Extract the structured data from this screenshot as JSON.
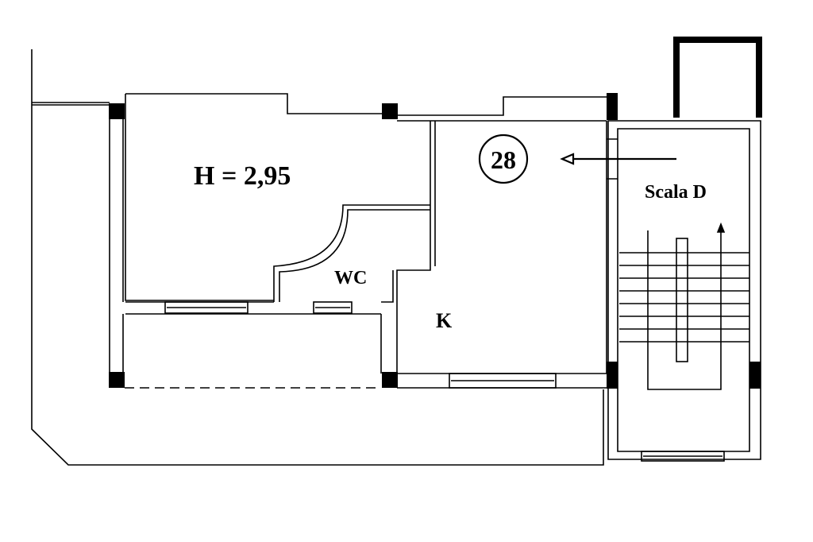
{
  "plan": {
    "height_label": "H = 2,95",
    "unit_number": "28",
    "wc_label": "WC",
    "kitchen_label": "K",
    "stair_label": "Scala D"
  },
  "colors": {
    "ink": "#000000",
    "paper": "#ffffff"
  }
}
